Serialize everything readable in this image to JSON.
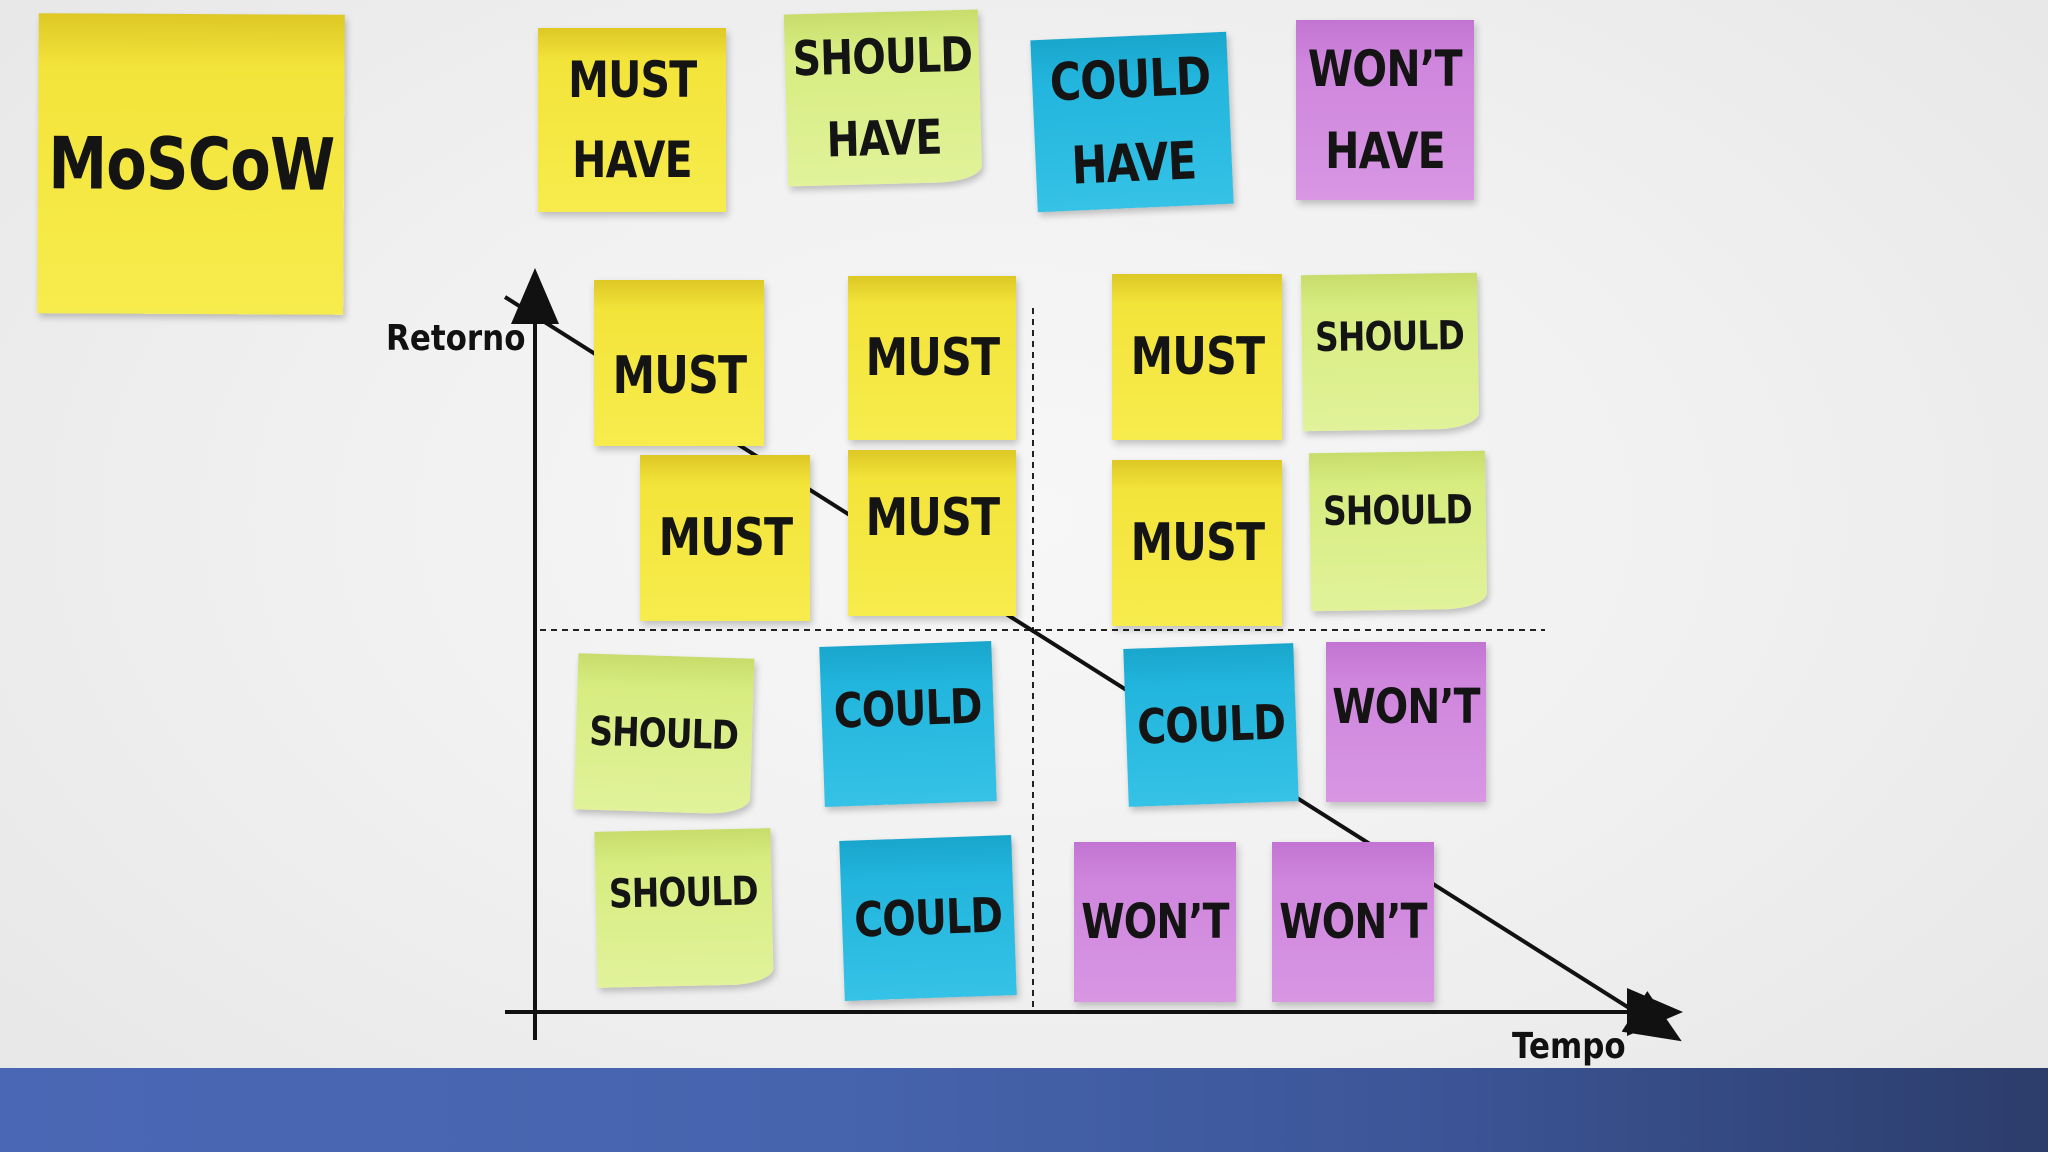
{
  "title": "MoSCoW",
  "legend": [
    {
      "line1": "MUST",
      "line2": "HAVE"
    },
    {
      "line1": "SHOULD",
      "line2": "HAVE"
    },
    {
      "line1": "COULD",
      "line2": "HAVE"
    },
    {
      "line1": "WON’T",
      "line2": "HAVE"
    }
  ],
  "axes": {
    "y_label": "Retorno",
    "x_label": "Tempo"
  },
  "notes": [
    {
      "label": "MUST",
      "category": "must"
    },
    {
      "label": "MUST",
      "category": "must"
    },
    {
      "label": "MUST",
      "category": "must"
    },
    {
      "label": "SHOULD",
      "category": "should"
    },
    {
      "label": "MUST",
      "category": "must"
    },
    {
      "label": "MUST",
      "category": "must"
    },
    {
      "label": "MUST",
      "category": "must"
    },
    {
      "label": "SHOULD",
      "category": "should"
    },
    {
      "label": "SHOULD",
      "category": "should"
    },
    {
      "label": "COULD",
      "category": "could"
    },
    {
      "label": "COULD",
      "category": "could"
    },
    {
      "label": "WON’T",
      "category": "wont"
    },
    {
      "label": "SHOULD",
      "category": "should"
    },
    {
      "label": "COULD",
      "category": "could"
    },
    {
      "label": "WON’T",
      "category": "wont"
    },
    {
      "label": "WON’T",
      "category": "wont"
    }
  ],
  "colors": {
    "must": "#f5e841",
    "should": "#d9ee88",
    "could": "#25b6de",
    "wont": "#d18ade",
    "footer_bar": "#4765b2"
  }
}
